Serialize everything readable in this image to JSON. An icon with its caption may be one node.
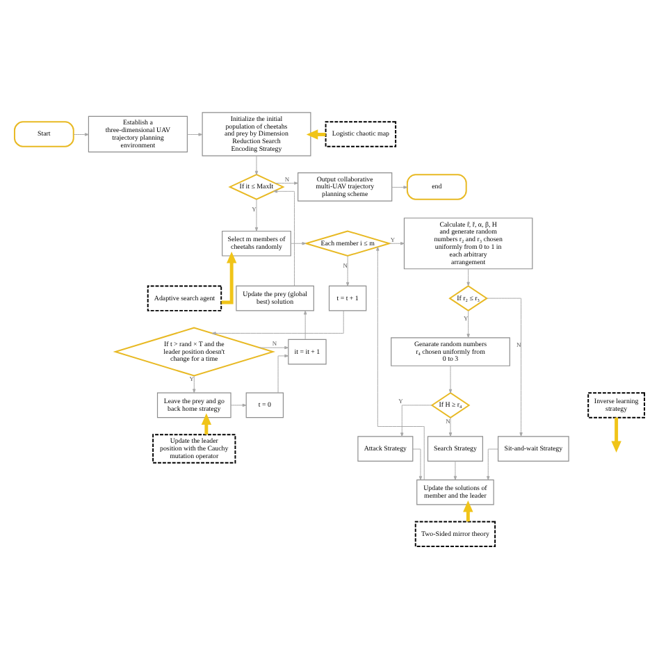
{
  "diagram": {
    "nodes": [
      {
        "text": [
          "Start"
        ]
      },
      {
        "text": [
          "Establish a three-dimensional UAV trajectory planning environment"
        ]
      },
      {
        "text": [
          "Initialize the initial population of cheetahs and prey by Dimension Reduction Search Encoding Strategy"
        ]
      },
      {
        "text": [
          "Logistic chaotic map"
        ]
      },
      {
        "text": [
          "If it ≤ MaxIt"
        ]
      },
      {
        "text": [
          "Output collaborative multi-UAV trajectory planning scheme"
        ]
      },
      {
        "text": [
          "end"
        ]
      },
      {
        "text": [
          "Select m members of cheetahs randomly"
        ]
      },
      {
        "text": [
          "Each member i ≤ m"
        ]
      },
      {
        "text": [
          "Calculate r̂, ř, α, β, H and generate random numbers r₂ and r₃ chosen uniformly from 0 to 1 in each arbitrary arrangement"
        ]
      },
      {
        "text": [
          "Adaptive search agent"
        ]
      },
      {
        "text": [
          "t = t + 1"
        ]
      },
      {
        "text": [
          "If r₂ ≤ r₃"
        ]
      },
      {
        "text": [
          "Update the prey (global best) solution"
        ]
      },
      {
        "text": [
          "Genarate random numbers r₄ chosen uniformly from 0 to 3"
        ]
      },
      {
        "text": [
          "If t > rand × T and the leader position doesn't change for a time"
        ]
      },
      {
        "text": [
          "it = it + 1"
        ]
      },
      {
        "text": [
          "If H ≥ r₄"
        ]
      },
      {
        "text": [
          "Attack Strategy"
        ]
      },
      {
        "text": [
          "Search Strategy"
        ]
      },
      {
        "text": [
          "Sit-and-wait Strategy"
        ]
      },
      {
        "text": [
          "t = 0"
        ]
      },
      {
        "text": [
          "Leave the prey and go back home strategy"
        ]
      },
      {
        "text": [
          "Update the solutions of member and the leader"
        ]
      },
      {
        "text": [
          "Inverse learning strategy"
        ]
      },
      {
        "text": [
          "Update the leader position with the Cauchy mutation operator"
        ]
      },
      {
        "text": [
          "Two-Sided mirror theory"
        ]
      }
    ],
    "edges": [
      {
        "from": 0,
        "to": 1,
        "arrow": "to"
      },
      {
        "from": 1,
        "to": 2,
        "arrow": "to"
      },
      {
        "from": 2,
        "to": 4,
        "arrow": "to"
      },
      {
        "from": 4,
        "to": 5,
        "arrow": "to",
        "label": "N"
      },
      {
        "from": 5,
        "to": 6,
        "arrow": "to"
      },
      {
        "from": 4,
        "to": 7,
        "arrow": "to",
        "label": "Y"
      },
      {
        "from": 7,
        "to": 8,
        "arrow": "to"
      },
      {
        "from": 8,
        "to": 9,
        "arrow": "to",
        "label": "Y"
      },
      {
        "from": 8,
        "to": 11,
        "arrow": "to",
        "label": "N"
      },
      {
        "from": 9,
        "to": 12,
        "arrow": "to"
      },
      {
        "from": 12,
        "to": 14,
        "arrow": "to",
        "label": "Y"
      },
      {
        "from": 12,
        "to": 20,
        "arrow": "to",
        "label": "N"
      },
      {
        "from": 14,
        "to": 17,
        "arrow": "to"
      },
      {
        "from": 17,
        "to": 18,
        "arrow": "to",
        "label": "Y"
      },
      {
        "from": 17,
        "to": 19,
        "arrow": "to",
        "label": "N"
      },
      {
        "from": 18,
        "to": 23,
        "arrow": "to"
      },
      {
        "from": 19,
        "to": 23,
        "arrow": "to"
      },
      {
        "from": 20,
        "to": 23,
        "arrow": "to"
      },
      {
        "from": 23,
        "to": 8,
        "arrow": "to"
      },
      {
        "from": 11,
        "to": 15,
        "arrow": "to"
      },
      {
        "from": 15,
        "to": 16,
        "arrow": "to",
        "label": "N"
      },
      {
        "from": 15,
        "to": 22,
        "arrow": "to",
        "label": "Y"
      },
      {
        "from": 22,
        "to": 21,
        "arrow": "to"
      },
      {
        "from": 21,
        "to": 16,
        "arrow": "to"
      },
      {
        "from": 16,
        "to": 13,
        "arrow": "to"
      },
      {
        "from": 13,
        "to": 4,
        "arrow": "to"
      },
      {
        "from": 3,
        "to": 2,
        "arrow": "to",
        "style": "thick",
        "color": "#f0c419"
      },
      {
        "from": 10,
        "to": 7,
        "arrow": "to",
        "style": "thick",
        "color": "#f0c419"
      },
      {
        "from": 24,
        "to": null,
        "arrow": "to",
        "style": "thick",
        "color": "#f0c419"
      },
      {
        "from": 25,
        "to": 22,
        "arrow": "to",
        "style": "thick",
        "color": "#f0c419"
      },
      {
        "from": 26,
        "to": 23,
        "arrow": "to",
        "style": "thick",
        "color": "#f0c419"
      }
    ]
  }
}
